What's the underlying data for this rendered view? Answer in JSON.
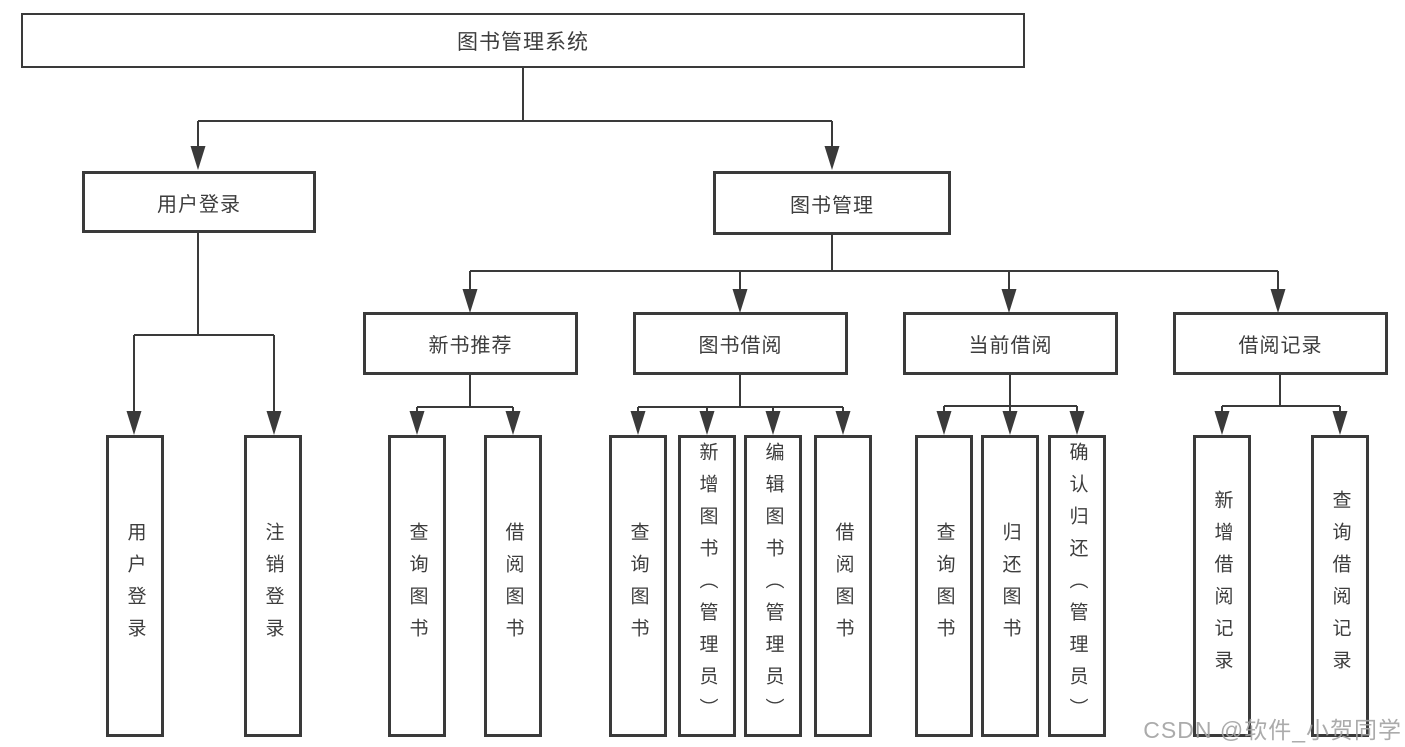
{
  "tree": {
    "root": "图书管理系统",
    "children": [
      {
        "label": "用户登录",
        "children": [
          "用户登录",
          "注销登录"
        ]
      },
      {
        "label": "图书管理",
        "children": [
          {
            "label": "新书推荐",
            "children": [
              "查询图书",
              "借阅图书"
            ]
          },
          {
            "label": "图书借阅",
            "children": [
              "查询图书",
              "新增图书（管理员）",
              "编辑图书（管理员）",
              "借阅图书"
            ]
          },
          {
            "label": "当前借阅",
            "children": [
              "查询图书",
              "归还图书",
              "确认归还（管理员）"
            ]
          },
          {
            "label": "借阅记录",
            "children": [
              "新增借阅记录",
              "查询借阅记录"
            ]
          }
        ]
      }
    ]
  },
  "watermark": "CSDN @软件_小贺同学",
  "colors": {
    "line": "#3a3a3a",
    "box_border": "#3a3a3a",
    "text": "#3d3d3d",
    "watermark": "#a2a2a2",
    "background": "#ffffff"
  }
}
